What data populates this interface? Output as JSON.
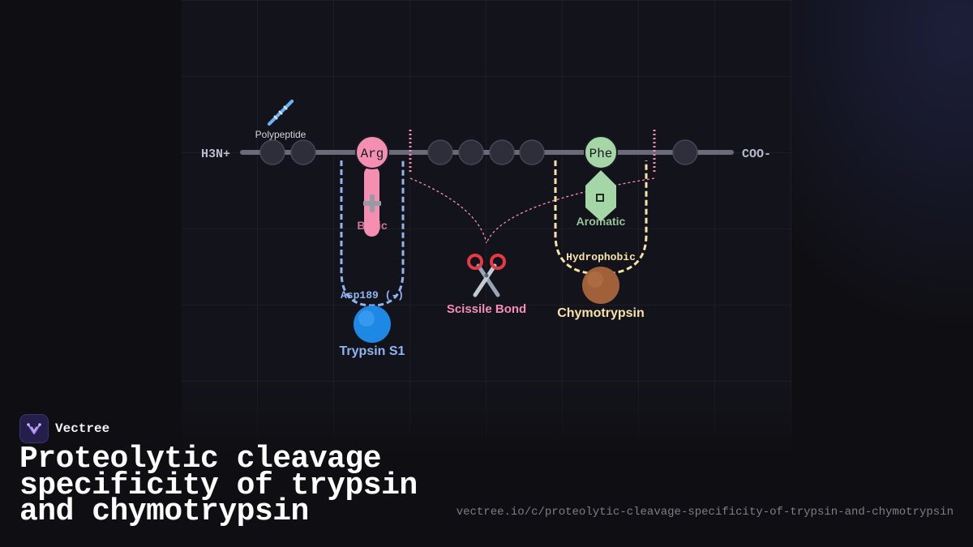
{
  "diagram": {
    "labels": {
      "n_terminus": "H3N+",
      "c_terminus": "COO-",
      "polypeptide": "Polypeptide",
      "arg": "Arg",
      "phe": "Phe",
      "basic": "Basic",
      "aromatic": "Aromatic",
      "asp189": "Asp189 (-)",
      "hydrophobic": "Hydrophobic",
      "trypsin": "Trypsin S1",
      "chymotrypsin": "Chymotrypsin",
      "scissile": "Scissile Bond"
    },
    "icons": {
      "polypeptide": "dna-icon",
      "trypsin": "blue-circle-icon",
      "chymotrypsin": "brown-circle-icon",
      "scissile": "scissors-icon",
      "basic_charge": "plus-icon",
      "aromatic_ring": "ring-icon"
    },
    "colors": {
      "arg": "#f48fb1",
      "phe": "#a5d6a7",
      "trypsin": "#90b4f0",
      "chymotrypsin": "#f8e2a8",
      "scissile": "#f48fb1",
      "residue": "#2e2e3a",
      "backbone": "#6a6a78"
    }
  },
  "footer": {
    "brand": "Vectree",
    "title": "Proteolytic cleavage specificity of trypsin and chymotrypsin",
    "url": "vectree.io/c/proteolytic-cleavage-specificity-of-trypsin-and-chymotrypsin"
  }
}
